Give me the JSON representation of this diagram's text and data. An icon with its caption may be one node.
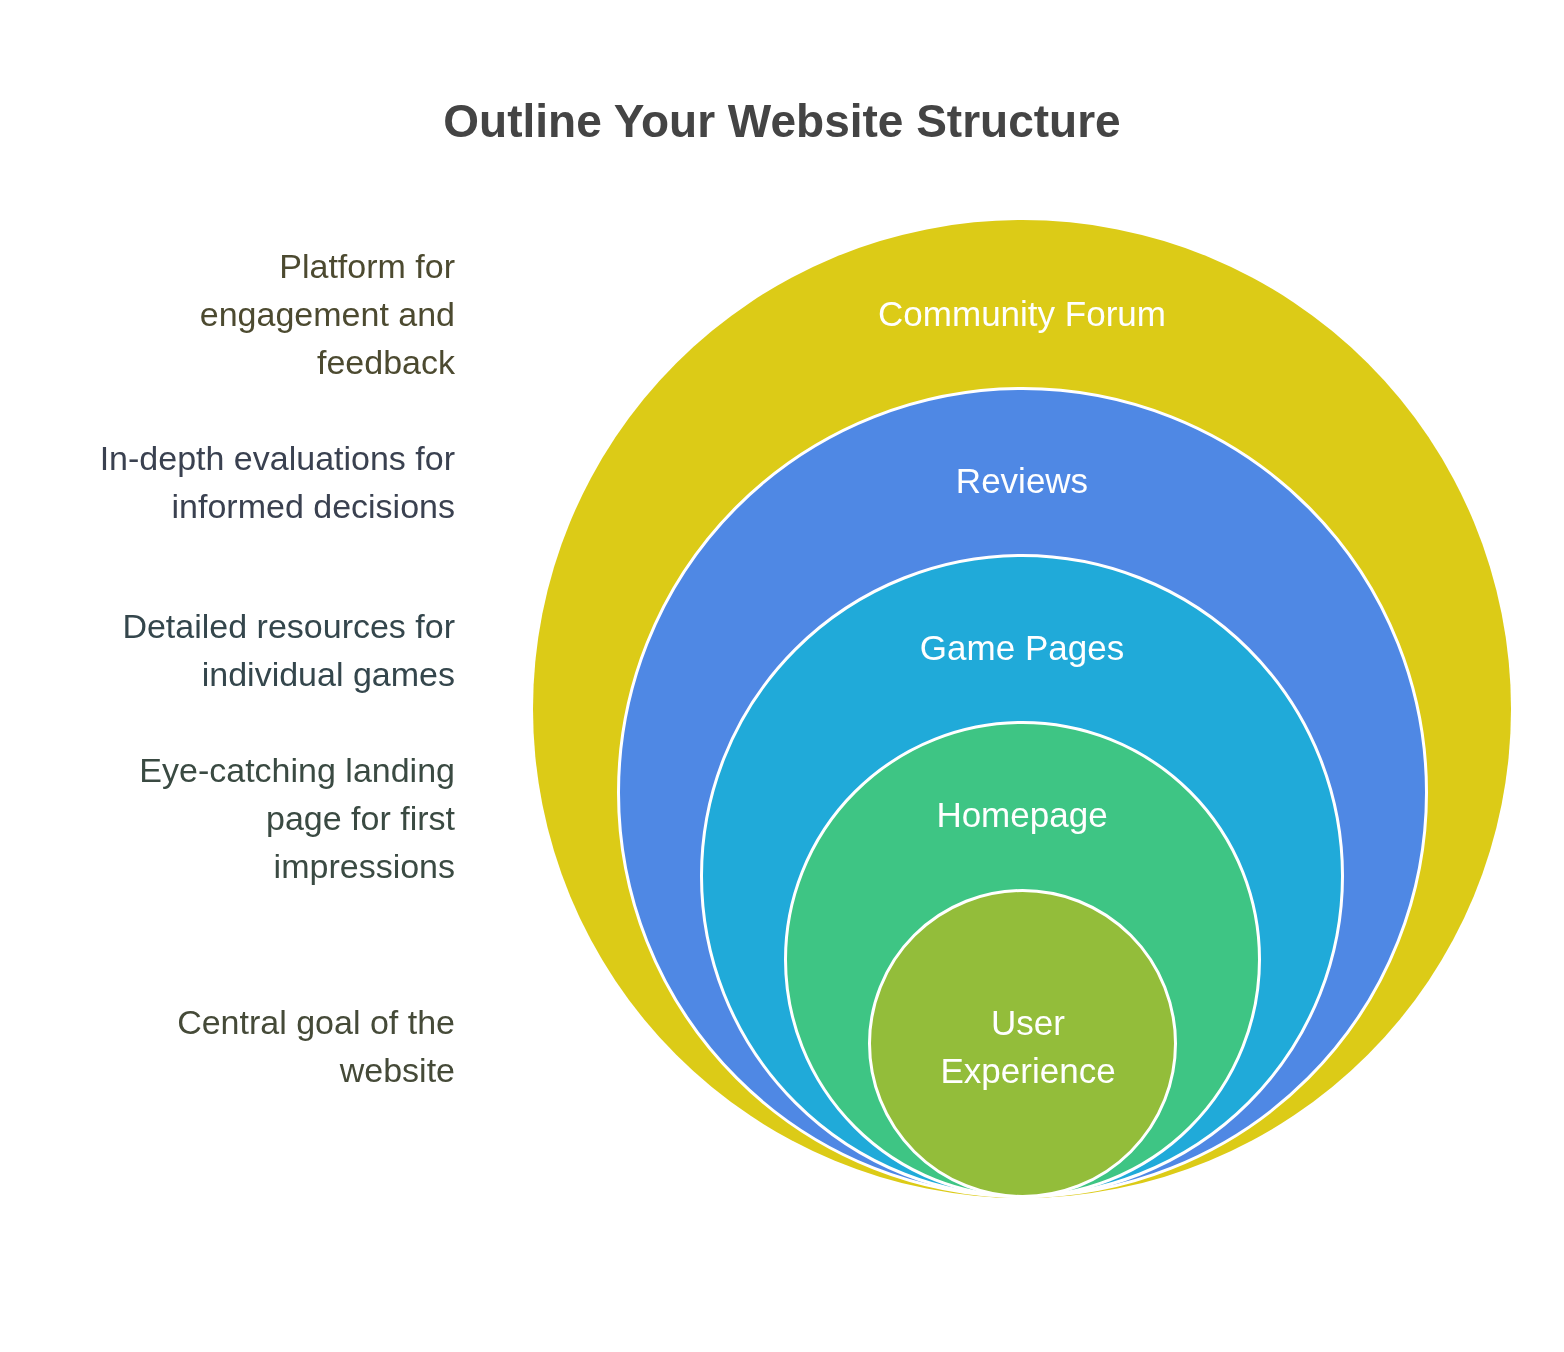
{
  "diagram": {
    "title": "Outline Your Website Structure",
    "nodes": [
      {
        "text": [
          "Community Forum"
        ]
      },
      {
        "text": [
          "Reviews"
        ],
        "in": 0
      },
      {
        "text": [
          "Game Pages"
        ],
        "in": 1
      },
      {
        "text": [
          "Homepage"
        ],
        "in": 2
      },
      {
        "text": [
          "User Experience"
        ],
        "in": 3
      }
    ],
    "labels": [
      "Platform for engagement and feedback",
      "In-depth evaluations for informed decisions",
      "Detailed resources for individual games",
      "Eye-catching landing page for first impressions",
      "Central goal of the website"
    ]
  }
}
